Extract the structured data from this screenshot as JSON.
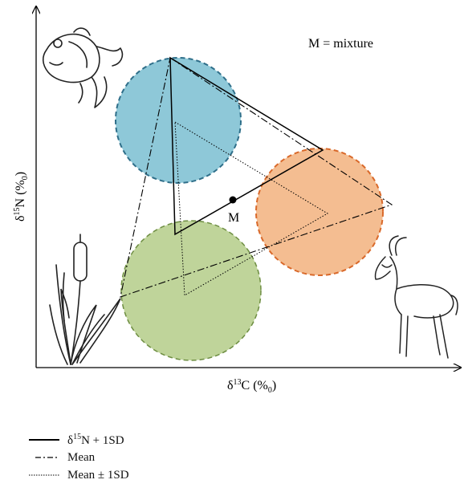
{
  "diagram": {
    "annotation_key": "M = mixture",
    "mixture_point_label": "M",
    "x_axis": {
      "prefix": "δ",
      "superscript": "13",
      "element": "C (%",
      "subscript": "0",
      "suffix": ")"
    },
    "y_axis": {
      "prefix": "δ",
      "superscript": "15",
      "element": "N (%",
      "subscript": "0",
      "suffix": ")"
    },
    "sources": [
      {
        "icon": "fish-icon",
        "color": "#8ec8d8",
        "border": "#2f6f8a"
      },
      {
        "icon": "antelope-icon",
        "color": "#f4bd91",
        "border": "#d9692a"
      },
      {
        "icon": "cattail-plant-icon",
        "color": "#bfd49a",
        "border": "#6e8e42"
      }
    ]
  },
  "legend": {
    "items": [
      {
        "style": "solid",
        "prefix": "δ",
        "superscript": "15",
        "rest": "N + 1SD"
      },
      {
        "style": "dash-dot",
        "label": "Mean"
      },
      {
        "style": "dotted",
        "label": "Mean ± 1SD"
      }
    ]
  }
}
